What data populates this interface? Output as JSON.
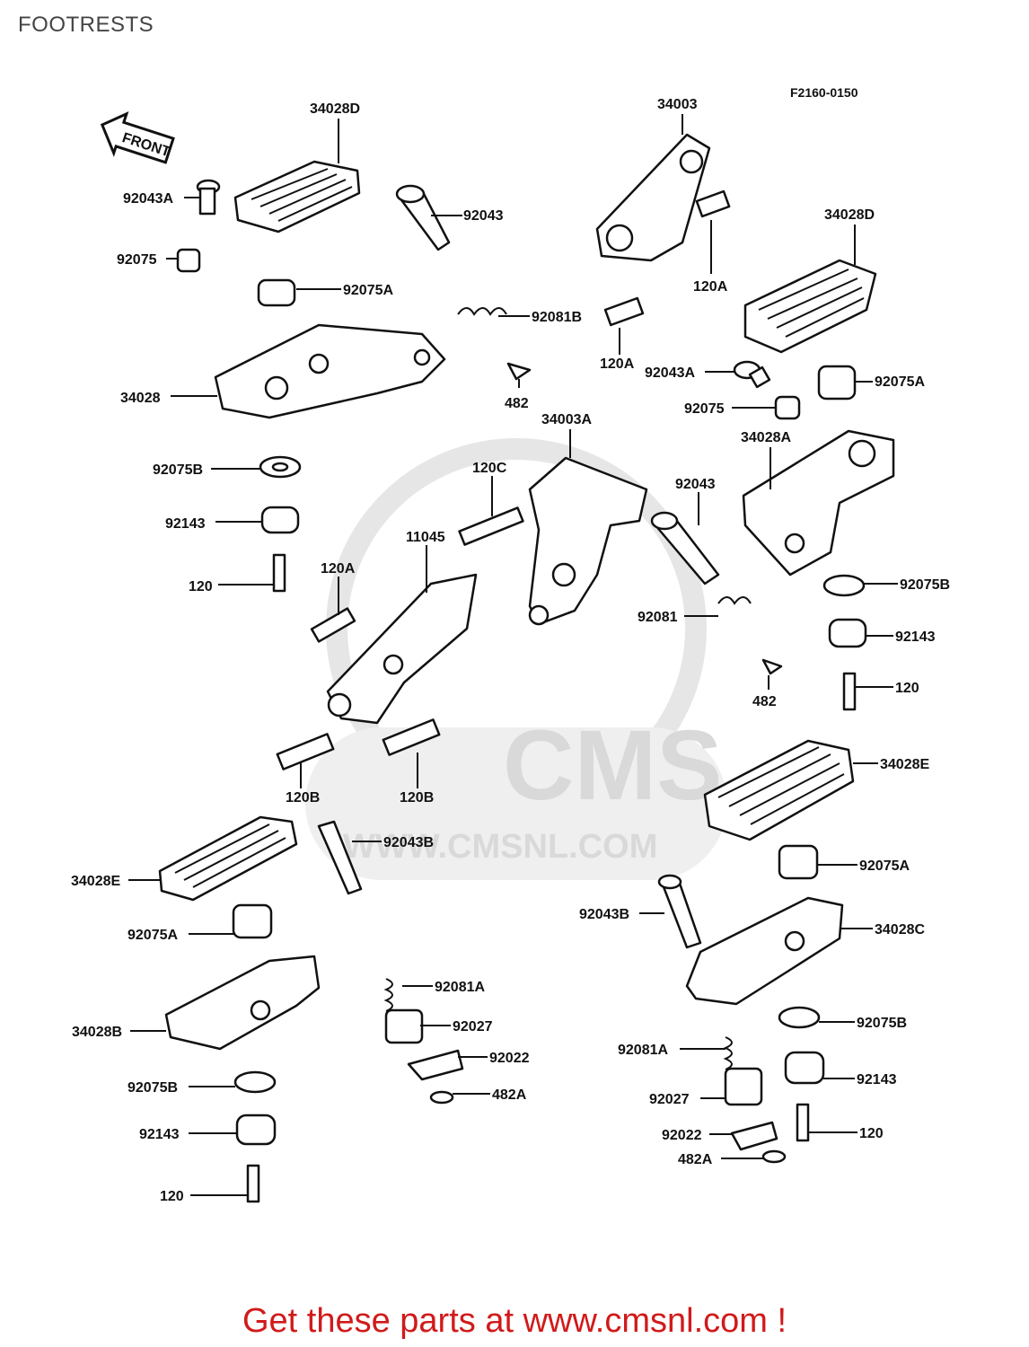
{
  "page": {
    "title": "FOOTRESTS"
  },
  "diagram": {
    "figure_code": "F2160-0150",
    "front_arrow": "FRONT",
    "labels": {
      "p34028D_top": "34028D",
      "p92043A_left": "92043A",
      "p92043_top": "92043",
      "p92075_left": "92075",
      "p92075A_left": "92075A",
      "p92081B": "92081B",
      "p482_top": "482",
      "p34028": "34028",
      "p92075B_left": "92075B",
      "p92143_left": "92143",
      "p120_left": "120",
      "p34003": "34003",
      "p120A_right": "120A",
      "p34028D_right": "34028D",
      "p120A_mid": "120A",
      "p92043A_right": "92043A",
      "p92075A_right": "92075A",
      "p92075_right": "92075",
      "p34028A": "34028A",
      "p34003A": "34003A",
      "p120C": "120C",
      "p11045": "11045",
      "p92043_right": "92043",
      "p120A_center": "120A",
      "p92081": "92081",
      "p92075B_right": "92075B",
      "p92143_right": "92143",
      "p482_right": "482",
      "p120_right": "120",
      "p120B_a": "120B",
      "p120B_b": "120B",
      "p34028E_right": "34028E",
      "p92043B_left": "92043B",
      "p34028E_left": "34028E",
      "p92075A_bl": "92075A",
      "p92081A_left": "92081A",
      "p92027_left": "92027",
      "p34028B": "34028B",
      "p92022_left": "92022",
      "p482A_left": "482A",
      "p92075B_bl": "92075B",
      "p92143_bl": "92143",
      "p120_bl": "120",
      "p92075A_br": "92075A",
      "p92043B_right": "92043B",
      "p34028C": "34028C",
      "p92075B_br": "92075B",
      "p92081A_right": "92081A",
      "p92143_br": "92143",
      "p92027_right": "92027",
      "p120_br": "120",
      "p92022_right": "92022",
      "p482A_right": "482A"
    },
    "watermark": {
      "brand": "CMS",
      "url": "WWW.CMSNL.COM"
    }
  },
  "footer": {
    "text": "Get these parts at www.cmsnl.com !"
  },
  "colors": {
    "footer_text": "#d11a1a",
    "watermark": "#d9d9d9",
    "ink": "#111111"
  }
}
